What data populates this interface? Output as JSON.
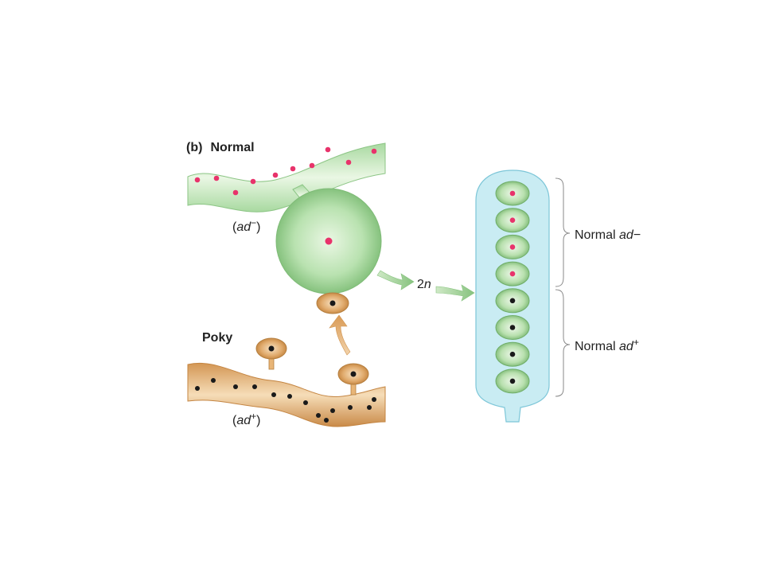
{
  "panel": {
    "letter": "(b)",
    "normal_title": "Normal",
    "poky_title": "Poky"
  },
  "strains": {
    "normal_genotype": {
      "open": "(",
      "allele": "ad",
      "sign": "−",
      "close": ")"
    },
    "poky_genotype": {
      "open": "(",
      "allele": "ad",
      "sign": "+",
      "close": ")"
    }
  },
  "zygote": {
    "ploidy_num": "2",
    "ploidy_sym": "n"
  },
  "ascus": {
    "spore_count": 8,
    "group_top": {
      "prefix": "Normal ",
      "allele": "ad",
      "sign": "−",
      "count": 4
    },
    "group_bottom": {
      "prefix": "Normal ",
      "allele": "ad",
      "sign": "+",
      "count": 4
    }
  },
  "colors": {
    "green_body": "#a8d9a0",
    "green_light": "#e4f5de",
    "green_edge": "#79b573",
    "orange_body": "#d9a062",
    "orange_light": "#f5dcb8",
    "orange_edge": "#b57f3f",
    "red_nucleus": "#e8336b",
    "black_nucleus": "#1a1a1a",
    "ascus_fill": "#c9ecf3",
    "ascus_edge": "#7dc6d8"
  }
}
